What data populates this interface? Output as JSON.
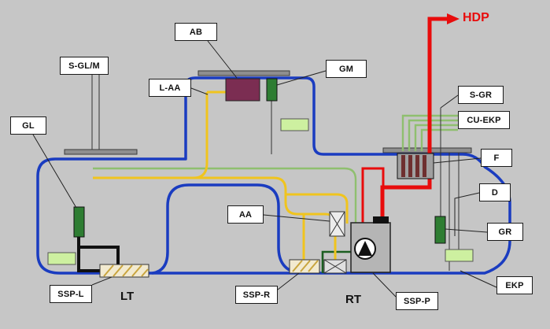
{
  "diagram": {
    "title": "fuel-system-schematic",
    "labels": {
      "s_gl_m": "S-GL/M",
      "ab": "AB",
      "gm": "GM",
      "l_aa": "L-AA",
      "gl": "GL",
      "s_gr": "S-GR",
      "cu_ekp": "CU-EKP",
      "f": "F",
      "d": "D",
      "gr": "GR",
      "aa": "AA",
      "ssp_l": "SSP-L",
      "ssp_r": "SSP-R",
      "ssp_p": "SSP-P",
      "ekp": "EKP"
    },
    "texts": {
      "hdp": "HDP",
      "lt": "LT",
      "rt": "RT"
    },
    "colors": {
      "background": "#c6c6c6",
      "tank_outline_blue": "#1a3cc0",
      "fuel_line_yellow": "#f0c41e",
      "signal_line_green": "#8fbf6f",
      "dark_green_line": "#1b5e20",
      "pressure_line_red": "#e80c0c",
      "black_pipe": "#111111",
      "component_purple": "#7b2d52",
      "sensor_green": "#2e7d32",
      "indicator_light_green": "#cdf0a0",
      "filter_stripe": "#6e2f2f",
      "label_background": "#ffffff"
    }
  }
}
